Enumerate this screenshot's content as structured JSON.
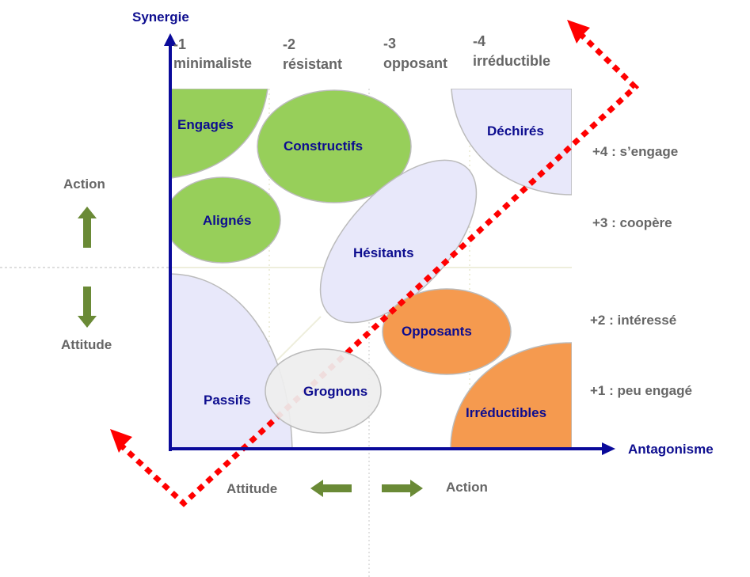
{
  "diagram": {
    "y_axis_title": "Synergie",
    "x_axis_title": "Antagonisme",
    "columns": [
      {
        "number": "-1",
        "label": "minimaliste"
      },
      {
        "number": "-2",
        "label": "résistant"
      },
      {
        "number": "-3",
        "label": "opposant"
      },
      {
        "number": "-4",
        "label": "irréductible"
      }
    ],
    "rows": [
      {
        "label": "+4 : s’engage"
      },
      {
        "label": "+3 : coopère"
      },
      {
        "label": "+2 : intéressé"
      },
      {
        "label": "+1 : peu engagé"
      }
    ],
    "left_legend": {
      "top": "Action",
      "bottom": "Attitude"
    },
    "bottom_legend": {
      "left": "Attitude",
      "right": "Action"
    },
    "zones": [
      {
        "name": "Engagés",
        "group": "green"
      },
      {
        "name": "Constructifs",
        "group": "green"
      },
      {
        "name": "Alignés",
        "group": "green"
      },
      {
        "name": "Hésitants",
        "group": "lavender"
      },
      {
        "name": "Déchirés",
        "group": "lavender"
      },
      {
        "name": "Passifs",
        "group": "lavender"
      },
      {
        "name": "Grognons",
        "group": "grey"
      },
      {
        "name": "Opposants",
        "group": "orange"
      },
      {
        "name": "Irréductibles",
        "group": "orange"
      }
    ],
    "colors": {
      "axis": "#0a0a9a",
      "label_blue": "#0d0d8f",
      "text_grey": "#666666",
      "green": "#97cf5a",
      "lavender": "#e8e8fa",
      "grey": "#eeeeee",
      "orange": "#f59a4f",
      "arrow_green": "#6a8a36",
      "dashed_red": "#ff0000"
    }
  }
}
